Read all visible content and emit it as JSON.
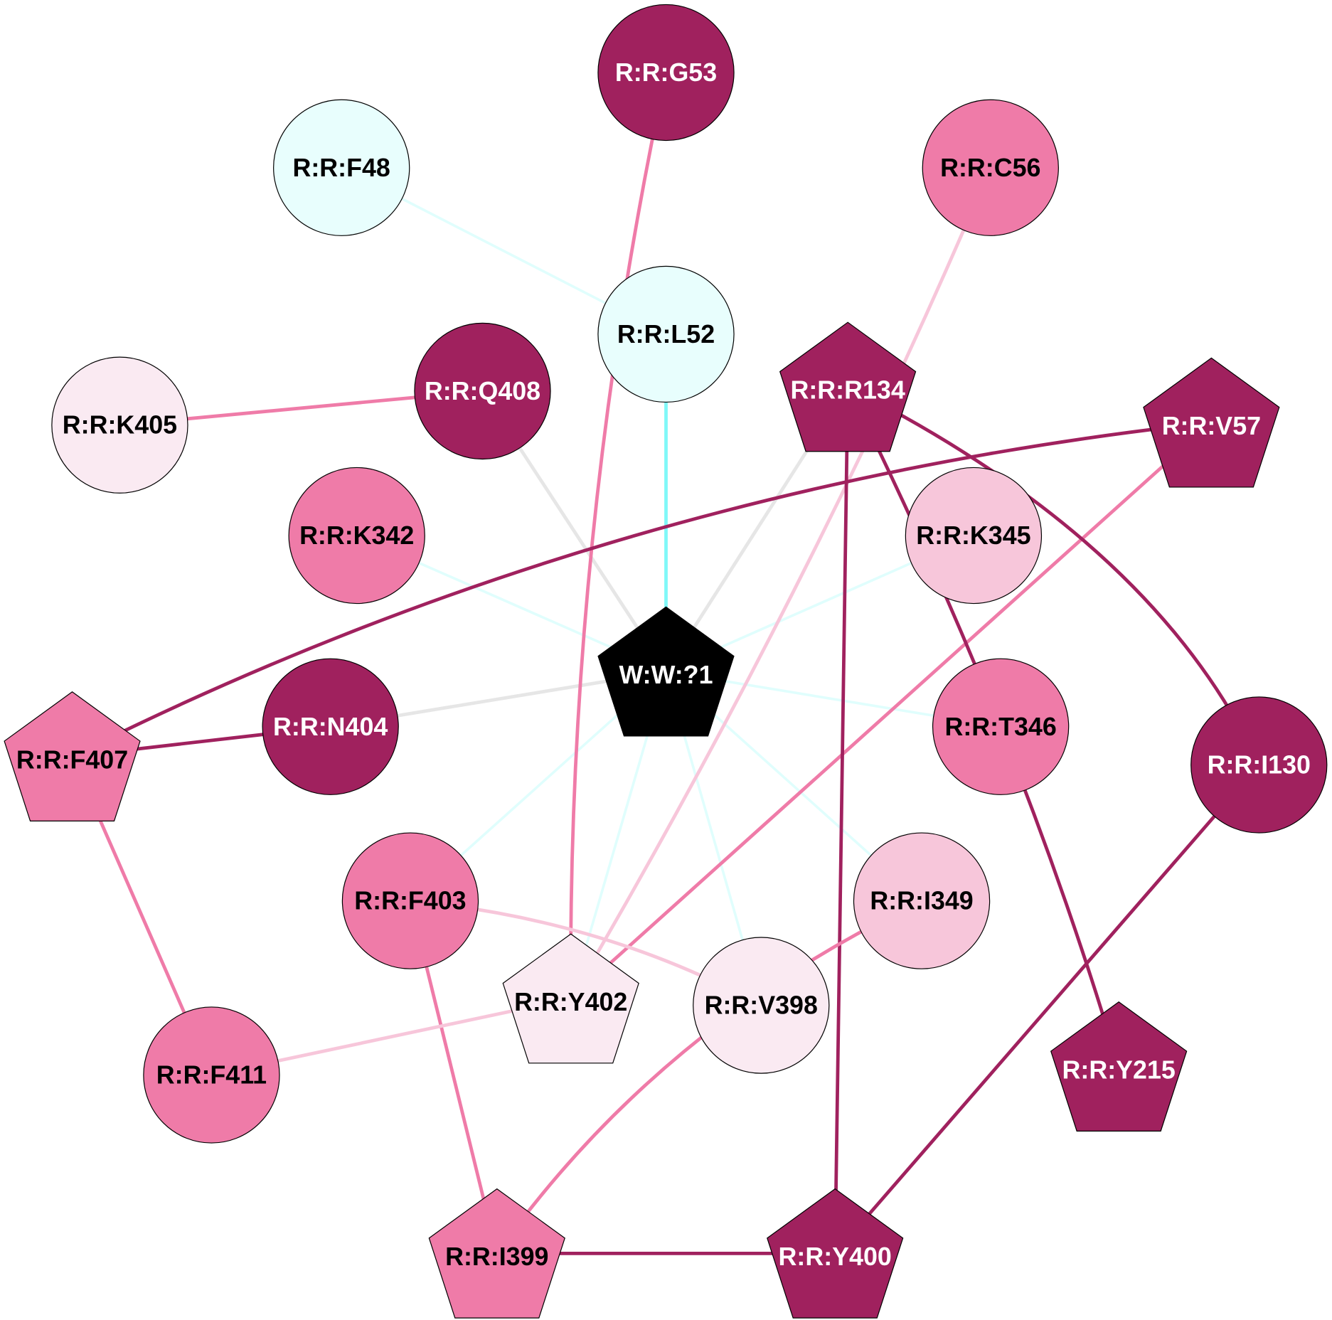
{
  "colors": {
    "dark": "#A0215E",
    "pink": "#EF7BA8",
    "light_pink": "#F7C6DA",
    "pale_pink": "#FAEAF2",
    "pale_cyan": "#E8FEFD",
    "black": "#000000",
    "edge_cyan": "#7FF8F8",
    "edge_light_cyan": "#E0FEFD",
    "edge_gray": "#E6E6E6"
  },
  "nodes": [
    {
      "id": "G53",
      "label": "R:R:G53",
      "shape": "circle",
      "fill": "dark"
    },
    {
      "id": "F48",
      "label": "R:R:F48",
      "shape": "circle",
      "fill": "pale_cyan"
    },
    {
      "id": "C56",
      "label": "R:R:C56",
      "shape": "circle",
      "fill": "pink"
    },
    {
      "id": "L52",
      "label": "R:R:L52",
      "shape": "circle",
      "fill": "pale_cyan"
    },
    {
      "id": "Q408",
      "label": "R:R:Q408",
      "shape": "circle",
      "fill": "dark"
    },
    {
      "id": "K405",
      "label": "R:R:K405",
      "shape": "circle",
      "fill": "pale_pink"
    },
    {
      "id": "R134",
      "label": "R:R:R134",
      "shape": "pentagon",
      "fill": "dark"
    },
    {
      "id": "V57",
      "label": "R:R:V57",
      "shape": "pentagon",
      "fill": "dark"
    },
    {
      "id": "K342",
      "label": "R:R:K342",
      "shape": "circle",
      "fill": "pink"
    },
    {
      "id": "K345",
      "label": "R:R:K345",
      "shape": "circle",
      "fill": "light_pink"
    },
    {
      "id": "W1",
      "label": "W:W:?1",
      "shape": "pentagon",
      "fill": "black"
    },
    {
      "id": "N404",
      "label": "R:R:N404",
      "shape": "circle",
      "fill": "dark"
    },
    {
      "id": "F407",
      "label": "R:R:F407",
      "shape": "pentagon",
      "fill": "pink"
    },
    {
      "id": "T346",
      "label": "R:R:T346",
      "shape": "circle",
      "fill": "pink"
    },
    {
      "id": "I130",
      "label": "R:R:I130",
      "shape": "circle",
      "fill": "dark"
    },
    {
      "id": "F403",
      "label": "R:R:F403",
      "shape": "circle",
      "fill": "pink"
    },
    {
      "id": "I349",
      "label": "R:R:I349",
      "shape": "circle",
      "fill": "light_pink"
    },
    {
      "id": "Y402",
      "label": "R:R:Y402",
      "shape": "pentagon",
      "fill": "pale_pink"
    },
    {
      "id": "V398",
      "label": "R:R:V398",
      "shape": "circle",
      "fill": "pale_pink"
    },
    {
      "id": "F411",
      "label": "R:R:F411",
      "shape": "circle",
      "fill": "pink"
    },
    {
      "id": "Y215",
      "label": "R:R:Y215",
      "shape": "pentagon",
      "fill": "dark"
    },
    {
      "id": "I399",
      "label": "R:R:I399",
      "shape": "pentagon",
      "fill": "pink"
    },
    {
      "id": "Y400",
      "label": "R:R:Y400",
      "shape": "pentagon",
      "fill": "dark"
    }
  ],
  "edges": [
    {
      "from": "W1",
      "to": "L52",
      "color": "edge_cyan"
    },
    {
      "from": "W1",
      "to": "Q408",
      "color": "edge_gray"
    },
    {
      "from": "W1",
      "to": "R134",
      "color": "edge_gray"
    },
    {
      "from": "W1",
      "to": "K342",
      "color": "edge_light_cyan"
    },
    {
      "from": "W1",
      "to": "K345",
      "color": "edge_light_cyan"
    },
    {
      "from": "W1",
      "to": "N404",
      "color": "edge_gray"
    },
    {
      "from": "W1",
      "to": "T346",
      "color": "edge_light_cyan"
    },
    {
      "from": "W1",
      "to": "F403",
      "color": "edge_light_cyan"
    },
    {
      "from": "W1",
      "to": "Y402",
      "color": "edge_light_cyan"
    },
    {
      "from": "W1",
      "to": "V398",
      "color": "edge_light_cyan"
    },
    {
      "from": "W1",
      "to": "I349",
      "color": "edge_light_cyan"
    },
    {
      "from": "F48",
      "to": "L52",
      "color": "edge_light_cyan"
    },
    {
      "from": "G53",
      "to": "Y402",
      "color": "pink"
    },
    {
      "from": "C56",
      "to": "Y402",
      "color": "light_pink"
    },
    {
      "from": "V57",
      "to": "Y402",
      "color": "pink"
    },
    {
      "from": "V57",
      "to": "F407",
      "color": "dark"
    },
    {
      "from": "R134",
      "to": "I130",
      "color": "dark"
    },
    {
      "from": "R134",
      "to": "Y215",
      "color": "dark"
    },
    {
      "from": "R134",
      "to": "Y400",
      "color": "dark"
    },
    {
      "from": "K405",
      "to": "Q408",
      "color": "pink"
    },
    {
      "from": "F407",
      "to": "N404",
      "color": "dark"
    },
    {
      "from": "F407",
      "to": "F411",
      "color": "pink"
    },
    {
      "from": "F403",
      "to": "V398",
      "color": "light_pink"
    },
    {
      "from": "F403",
      "to": "I399",
      "color": "pink"
    },
    {
      "from": "F411",
      "to": "Y402",
      "color": "light_pink"
    },
    {
      "from": "I349",
      "to": "I399",
      "color": "pink"
    },
    {
      "from": "I399",
      "to": "Y400",
      "color": "dark"
    },
    {
      "from": "I130",
      "to": "Y400",
      "color": "dark"
    }
  ]
}
